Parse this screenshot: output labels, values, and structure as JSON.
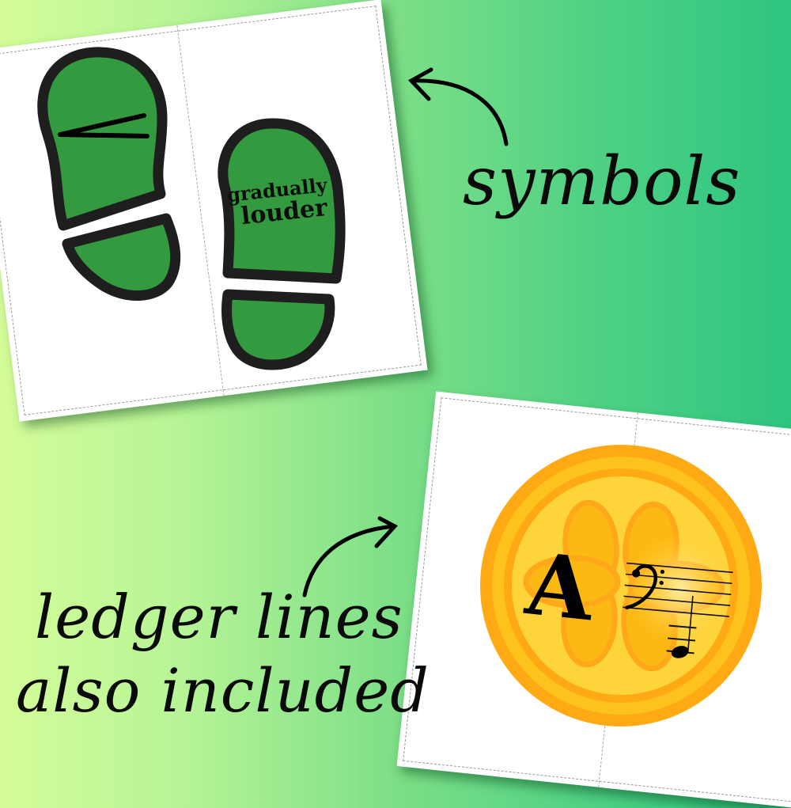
{
  "background": {
    "gradient_from": "#d4fc98",
    "gradient_mid": "#7ddf87",
    "gradient_to": "#2ec580"
  },
  "top_card": {
    "left_panel": {
      "symbol": "crescendo-hairpin",
      "icon": "footprint-icon"
    },
    "right_panel": {
      "line1": "gradually",
      "line2": "louder",
      "icon": "footprint-icon"
    },
    "footprint_fill": "#339a3f",
    "footprint_outline": "#1e1e1e"
  },
  "bottom_card": {
    "coin": {
      "letter": "A",
      "clef": "bass-clef",
      "note": "A below bass staff (2 ledger lines)",
      "outer_color": "#ffaa14",
      "inner_color": "#fed43b",
      "shamrock_color": "#fdb913"
    }
  },
  "annotations": {
    "symbols_label": "symbols",
    "ledger_line1": "ledger lines",
    "ledger_line2": "also included"
  }
}
